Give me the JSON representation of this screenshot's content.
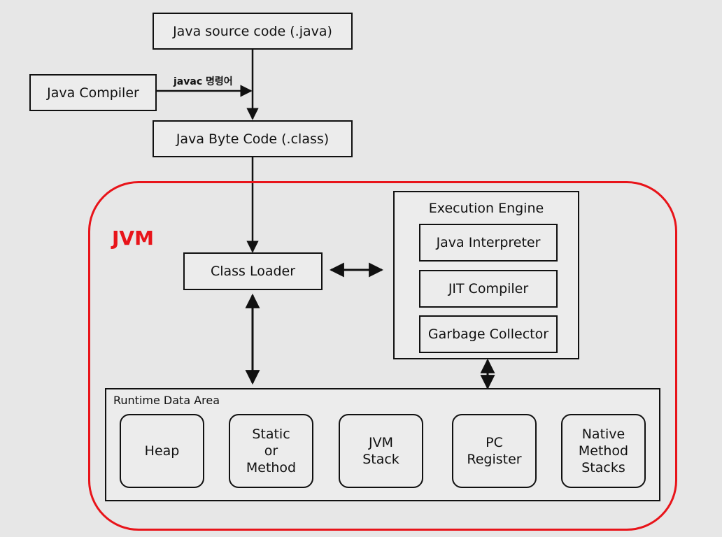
{
  "source": {
    "label": "Java source code (.java)"
  },
  "compiler": {
    "label": "Java Compiler",
    "command": "javac 명령어"
  },
  "bytecode": {
    "label": "Java Byte Code (.class)"
  },
  "jvm": {
    "label": "JVM",
    "frame_color": "#e8141a",
    "class_loader": "Class Loader",
    "execution_engine": {
      "title": "Execution Engine",
      "components": [
        "Java Interpreter",
        "JIT Compiler",
        "Garbage Collector"
      ]
    },
    "runtime_data_area": {
      "title": "Runtime Data Area",
      "areas": [
        [
          "Heap"
        ],
        [
          "Static",
          "or",
          "Method"
        ],
        [
          "JVM",
          "Stack"
        ],
        [
          "PC",
          "Register"
        ],
        [
          "Native",
          "Method",
          "Stacks"
        ]
      ]
    }
  }
}
